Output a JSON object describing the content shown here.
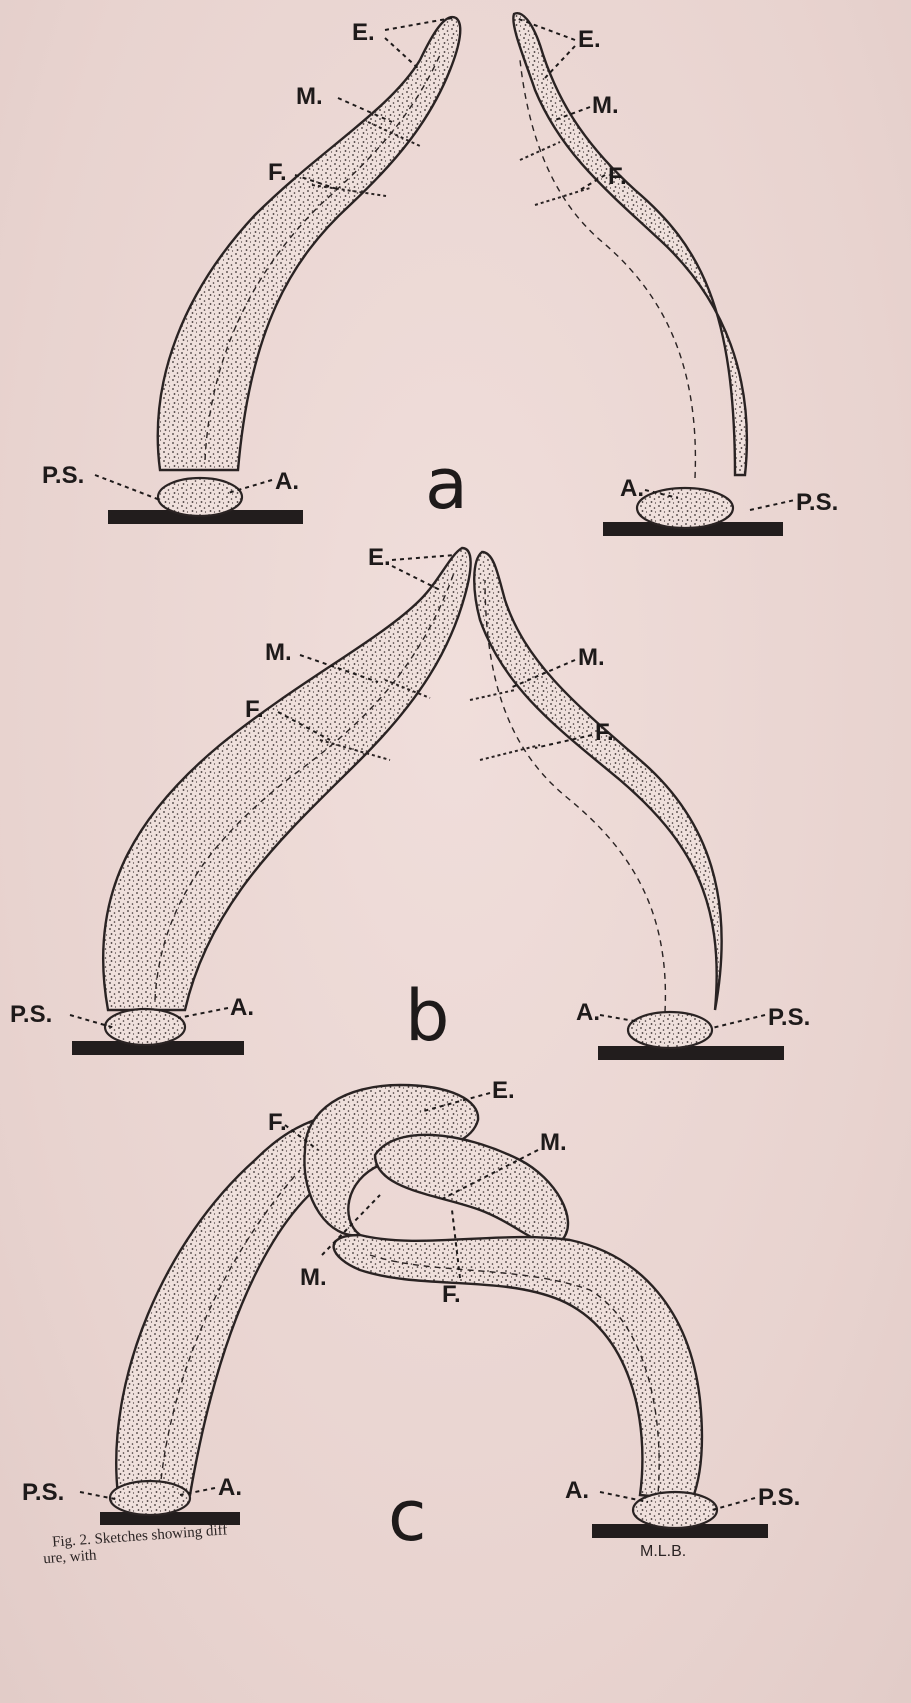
{
  "panels": {
    "a": {
      "label": "a",
      "left": {
        "E": "E.",
        "M": "M.",
        "F": "F.",
        "PS": "P.S.",
        "A": "A."
      },
      "right": {
        "E": "E.",
        "M": "M.",
        "F": "F.",
        "PS": "P.S.",
        "A": "A."
      }
    },
    "b": {
      "label": "b",
      "left": {
        "E": "E.",
        "M": "M.",
        "F": "F.",
        "PS": "P.S.",
        "A": "A."
      },
      "right": {
        "M": "M.",
        "F": "F.",
        "PS": "P.S.",
        "A": "A."
      }
    },
    "c": {
      "label": "c",
      "top": {
        "E": "E.",
        "F": "F.",
        "M": "M."
      },
      "mid": {
        "M": "M.",
        "F": "F."
      },
      "left": {
        "PS": "P.S.",
        "A": "A."
      },
      "right": {
        "PS": "P.S.",
        "A": "A."
      }
    }
  },
  "signature": "M.L.B.",
  "caption": "Fig. 2.  Sketches showing  diff",
  "caption_line2": "ure, with"
}
